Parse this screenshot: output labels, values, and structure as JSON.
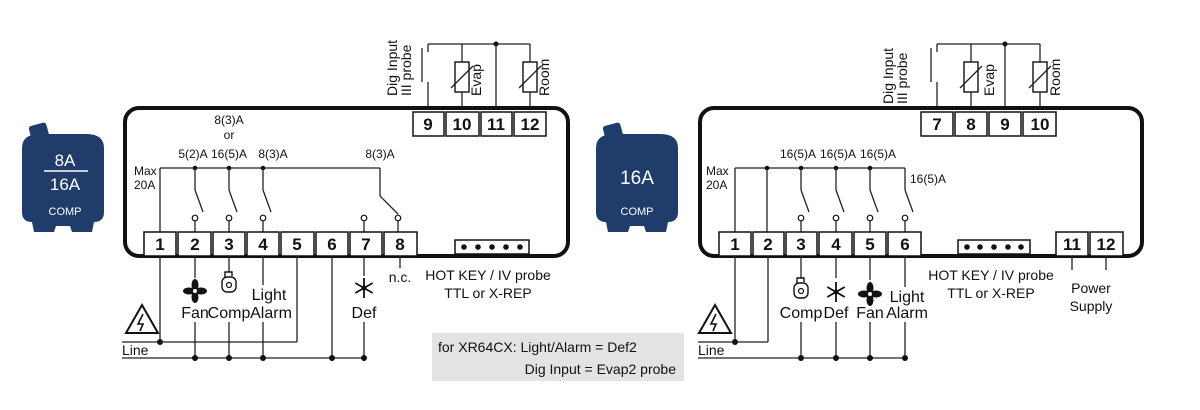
{
  "left": {
    "comp_badge": {
      "top": "8A",
      "bottom": "16A",
      "caption": "COMP"
    },
    "top_terminals": [
      "9",
      "10",
      "11",
      "12"
    ],
    "top_labels": {
      "dig_input": "Dig Input",
      "probe3": "III probe",
      "evap": "Evap",
      "room": "Room"
    },
    "bottom_terminals": [
      "1",
      "2",
      "3",
      "4",
      "5",
      "6",
      "7",
      "8"
    ],
    "max_label": "Max",
    "max_value": "20A",
    "ratings": {
      "r2": "5(2)A",
      "r3_line1": "8(3)A",
      "r3_or": "or",
      "r3_line2": "16(5)A",
      "r4": "8(3)A",
      "r78": "8(3)A"
    },
    "loads": {
      "fan": "Fan",
      "comp": "Comp",
      "light": "Light",
      "alarm": "Alarm",
      "def": "Def",
      "nc": "n.c.",
      "line": "Line"
    },
    "hotkey_line1": "HOT KEY / IV probe",
    "hotkey_line2": "TTL or X-REP"
  },
  "right": {
    "comp_badge": {
      "top": "16A",
      "caption": "COMP"
    },
    "top_terminals": [
      "7",
      "8",
      "9",
      "10"
    ],
    "top_labels": {
      "dig_input": "Dig Input",
      "probe3": "III probe",
      "evap": "Evap",
      "room": "Room"
    },
    "bottom_terminals": [
      "1",
      "2",
      "3",
      "4",
      "5",
      "6"
    ],
    "supply_terminals": [
      "11",
      "12"
    ],
    "max_label": "Max",
    "max_value": "20A",
    "ratings": {
      "r3": "16(5)A",
      "r4": "16(5)A",
      "r5": "16(5)A",
      "r6": "16(5)A"
    },
    "loads": {
      "comp": "Comp",
      "def": "Def",
      "fan": "Fan",
      "light": "Light",
      "alarm": "Alarm",
      "line": "Line"
    },
    "hotkey_line1": "HOT KEY / IV probe",
    "hotkey_line2": "TTL or X-REP",
    "power_line1": "Power",
    "power_line2": "Supply"
  },
  "note": {
    "line1": "for XR64CX: Light/Alarm = Def2",
    "line2": "Dig Input = Evap2 probe"
  },
  "colors": {
    "badge": "#1f3c6b",
    "badge_text": "#ffffff",
    "wire": "#222222",
    "note_bg": "#e3e3e3"
  }
}
